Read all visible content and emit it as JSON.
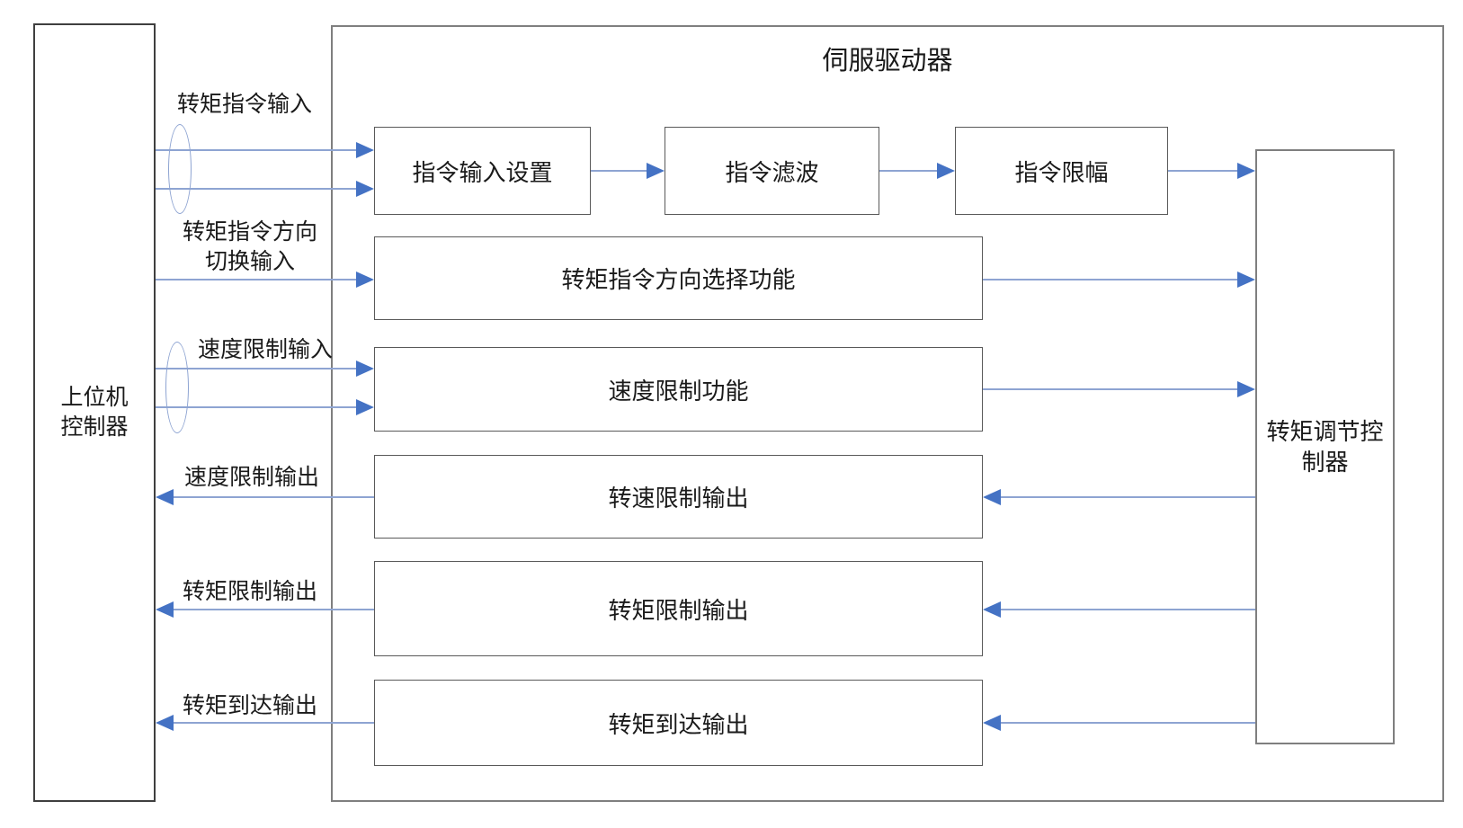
{
  "diagram": {
    "boxes": {
      "host": [
        "上位机",
        "控制器"
      ],
      "servo_title": "伺服驱动器",
      "cmd_input": "指令输入设置",
      "cmd_filter": "指令滤波",
      "cmd_limit": "指令限幅",
      "direction_select": "转矩指令方向选择功能",
      "speed_limit_fn": "速度限制功能",
      "speed_limit_out": "转速限制输出",
      "torque_limit_out": "转矩限制输出",
      "torque_reach_out": "转矩到达输出",
      "torque_ctrl": [
        "转矩调节控",
        "制器"
      ]
    },
    "wire_labels": {
      "torque_cmd_input": "转矩指令输入",
      "torque_cmd_direction": [
        "转矩指令方向",
        "切换输入"
      ],
      "speed_limit_input": "速度限制输入",
      "speed_limit_output": "速度限制输出",
      "torque_limit_output": "转矩限制输出",
      "torque_reach_output": "转矩到达输出"
    },
    "colors": {
      "wire": "#8ea4d2",
      "arrow": "#4472c4",
      "box_border": "#595959",
      "frame_border": "#7f7f7f",
      "text": "#1a1a1a"
    }
  }
}
